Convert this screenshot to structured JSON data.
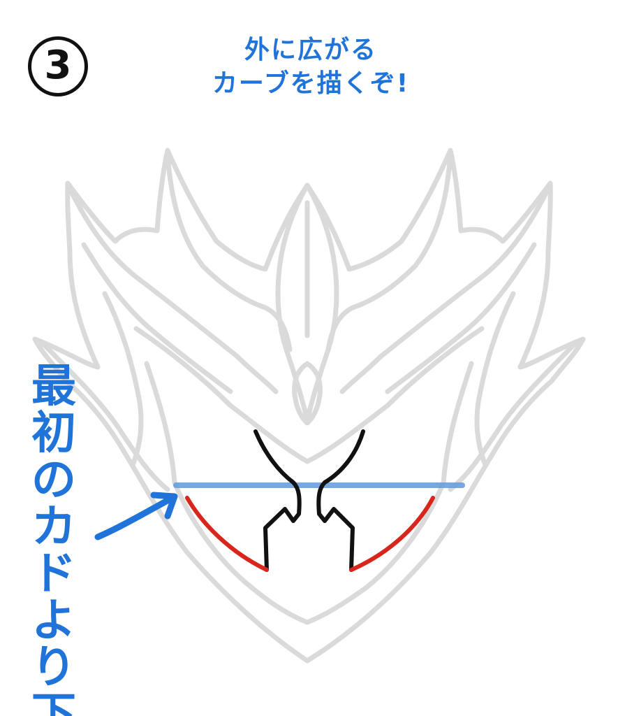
{
  "step": {
    "number": "3"
  },
  "heading": {
    "line1": "外に広がる",
    "line2": "カーブを描くぞ!"
  },
  "side_note": {
    "chars": [
      "最",
      "初",
      "の",
      "カ",
      "ド",
      "よ",
      "り",
      "下"
    ]
  },
  "colors": {
    "guide_gray": "#dadada",
    "ink_black": "#111111",
    "accent_red": "#d9261c",
    "guide_blue": "#6a9fdc",
    "text_blue": "#1f73d9"
  },
  "icons": {
    "step_badge": "circled-number-icon",
    "arrow": "arrow-icon"
  }
}
